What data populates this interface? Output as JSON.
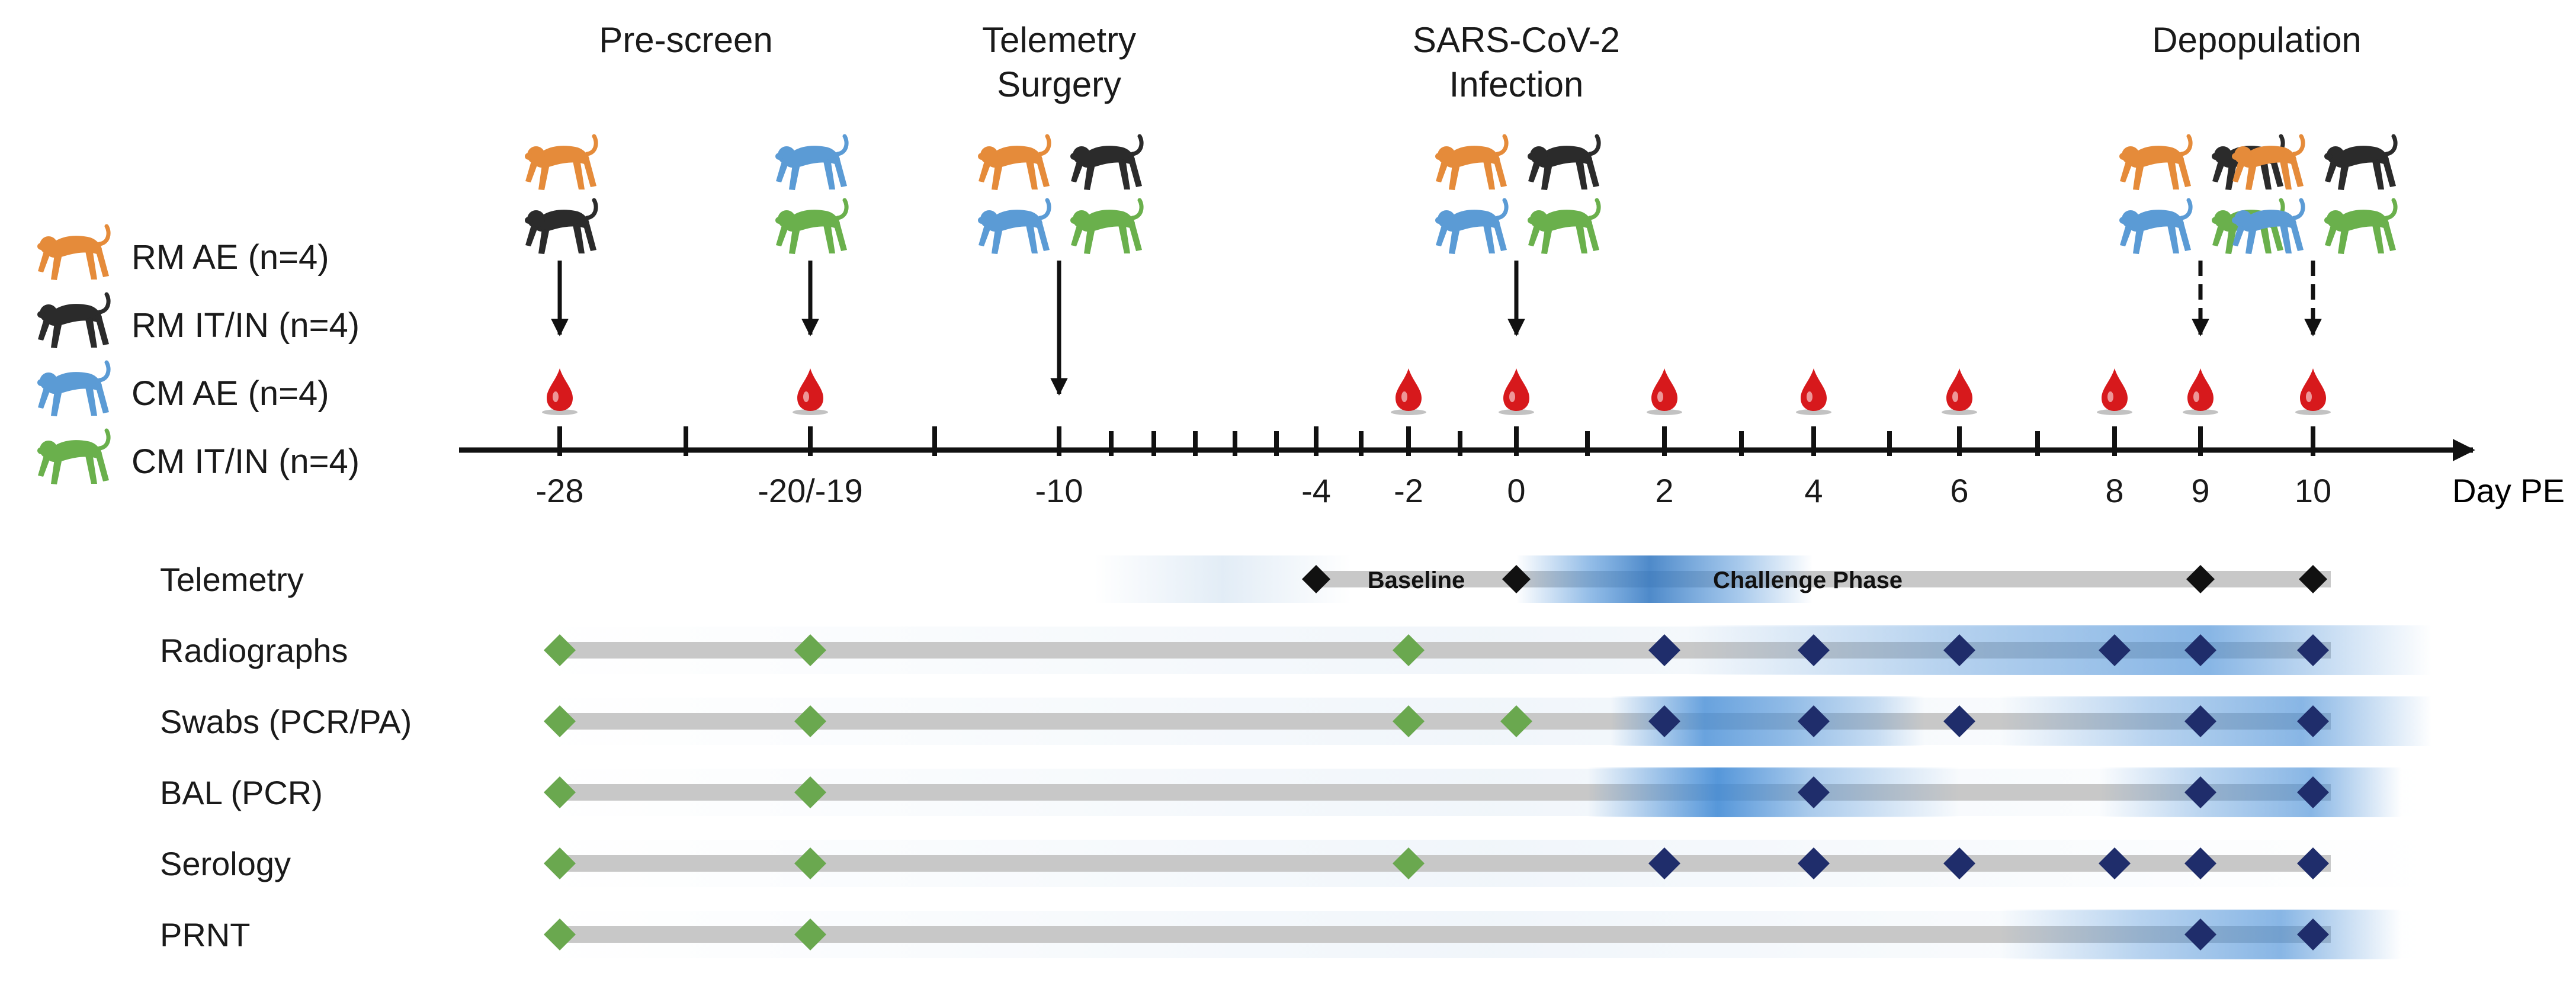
{
  "colors": {
    "rm_ae": "#e58b3a",
    "rm_itin": "#2b2b2b",
    "cm_ae": "#5b9bd5",
    "cm_itin": "#6ab04c",
    "blood": "#d7191c",
    "pre_marker": "#6aa84f",
    "post_marker": "#1f2d6b",
    "track": "#c8c8c8",
    "glow": "#3a86d4"
  },
  "phases": [
    {
      "id": "prescreen",
      "lines": [
        "Pre-screen"
      ],
      "day": -24
    },
    {
      "id": "surgery",
      "lines": [
        "Telemetry",
        "Surgery"
      ],
      "day": -10
    },
    {
      "id": "infection",
      "lines": [
        "SARS-CoV-2",
        "Infection"
      ],
      "day": 0
    },
    {
      "id": "depop",
      "lines": [
        "Depopulation"
      ],
      "day": 9.5
    }
  ],
  "legend": [
    {
      "label": "RM AE (n=4)",
      "color_key": "rm_ae"
    },
    {
      "label": "RM IT/IN (n=4)",
      "color_key": "rm_itin"
    },
    {
      "label": "CM AE (n=4)",
      "color_key": "cm_ae"
    },
    {
      "label": "CM IT/IN (n=4)",
      "color_key": "cm_itin"
    }
  ],
  "monkey_groups": [
    {
      "day": -28,
      "rows": [
        [
          "rm_ae"
        ],
        [
          "rm_itin"
        ]
      ]
    },
    {
      "day": -19,
      "rows": [
        [
          "cm_ae"
        ],
        [
          "cm_itin"
        ]
      ]
    },
    {
      "day": -10,
      "rows": [
        [
          "rm_ae",
          "rm_itin"
        ],
        [
          "cm_ae",
          "cm_itin"
        ]
      ]
    },
    {
      "day": 0,
      "rows": [
        [
          "rm_ae",
          "rm_itin"
        ],
        [
          "cm_ae",
          "cm_itin"
        ]
      ]
    },
    {
      "day": 9,
      "rows": [
        [
          "rm_ae",
          "rm_itin"
        ],
        [
          "cm_ae",
          "cm_itin"
        ]
      ]
    },
    {
      "day": 10,
      "rows": [
        [
          "rm_ae",
          "rm_itin"
        ],
        [
          "cm_ae",
          "cm_itin"
        ]
      ]
    }
  ],
  "event_arrows": [
    {
      "day": -28,
      "style": "solid"
    },
    {
      "day": -19,
      "style": "solid"
    },
    {
      "day": -10,
      "style": "solid"
    },
    {
      "day": 0,
      "style": "solid"
    },
    {
      "day": 9,
      "style": "dashed"
    },
    {
      "day": 10,
      "style": "dashed"
    }
  ],
  "blood_draw_days": [
    -28,
    -19,
    -2,
    0,
    2,
    4,
    6,
    8,
    9,
    10
  ],
  "axis": {
    "unit_label": "Day PE",
    "tick_labels": [
      {
        "label": "-28",
        "day": -28
      },
      {
        "label": "-20/-19",
        "day": -19
      },
      {
        "label": "-10",
        "day": -10
      },
      {
        "label": "-4",
        "day": -4
      },
      {
        "label": "-2",
        "day": -2
      },
      {
        "label": "0",
        "day": 0
      },
      {
        "label": "2",
        "day": 2
      },
      {
        "label": "4",
        "day": 4
      },
      {
        "label": "6",
        "day": 6
      },
      {
        "label": "8",
        "day": 8
      },
      {
        "label": "9",
        "day": 9
      },
      {
        "label": "10",
        "day": 10
      }
    ],
    "minor_tick_days": [
      -28,
      -24,
      -19,
      -14,
      -10,
      -9,
      -8,
      -7,
      -6,
      -5,
      -4,
      -3,
      -2,
      -1,
      0,
      1,
      2,
      3,
      4,
      5,
      6,
      7,
      8,
      9,
      10
    ]
  },
  "telemetry": {
    "label": "Telemetry",
    "baseline_label": "Baseline",
    "challenge_label": "Challenge Phase",
    "baseline_days": [
      -4,
      0
    ],
    "challenge_days": [
      0,
      9,
      10
    ]
  },
  "assays": [
    {
      "label": "Radiographs",
      "pre_days": [
        -28,
        -19,
        -2
      ],
      "post_days": [
        2,
        4,
        6,
        8,
        9,
        10
      ]
    },
    {
      "label": "Swabs (PCR/PA)",
      "pre_days": [
        -28,
        -19,
        -2,
        0
      ],
      "post_days": [
        2,
        4,
        6,
        9,
        10
      ]
    },
    {
      "label": "BAL (PCR)",
      "pre_days": [
        -28,
        -19
      ],
      "post_days": [
        4,
        9,
        10
      ]
    },
    {
      "label": "Serology",
      "pre_days": [
        -28,
        -19,
        -2
      ],
      "post_days": [
        2,
        4,
        6,
        8,
        9,
        10
      ]
    },
    {
      "label": "PRNT",
      "pre_days": [
        -28,
        -19
      ],
      "post_days": [
        9,
        10
      ]
    }
  ]
}
